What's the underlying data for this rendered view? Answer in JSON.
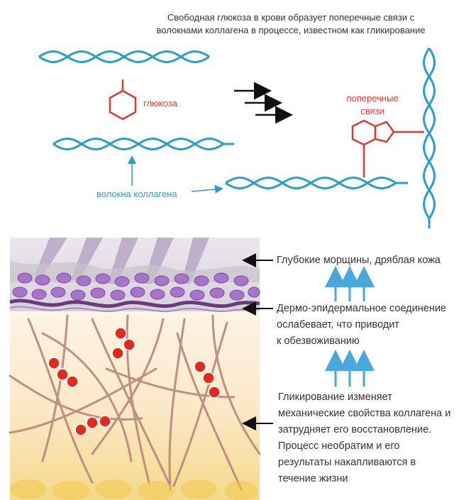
{
  "title_line1": "Свободная глюкоза в крови образует поперечные связи с",
  "title_line2": "волокнами коллагена в процессе, известном как гликирование",
  "label_glucose": "глюкоза",
  "label_crosslinks_1": "поперечные",
  "label_crosslinks_2": "связи",
  "label_fibers": "волокна коллагена",
  "right_texts": {
    "wrinkles": "Глубокие морщины, дряблая кожа",
    "junction_1": "Дермо-эпидермальное соединение",
    "junction_2": "ослабевает, что приводит",
    "junction_3": "к обезвоживанию",
    "glycation_1": "Гликирование изменяет",
    "glycation_2": "механические свойства коллагена и",
    "glycation_3": "затрудняет его восстановление.",
    "glycation_4": "Процесс необратим и его",
    "glycation_5": "результаты накапливаются в",
    "glycation_6": "течение жизни"
  },
  "colors": {
    "collagen": "#2b9ec8",
    "glucose": "#d83b36",
    "arrow_up": "#4aa6db",
    "junction": "#6a3a7a",
    "fiber": "#b8857a"
  }
}
